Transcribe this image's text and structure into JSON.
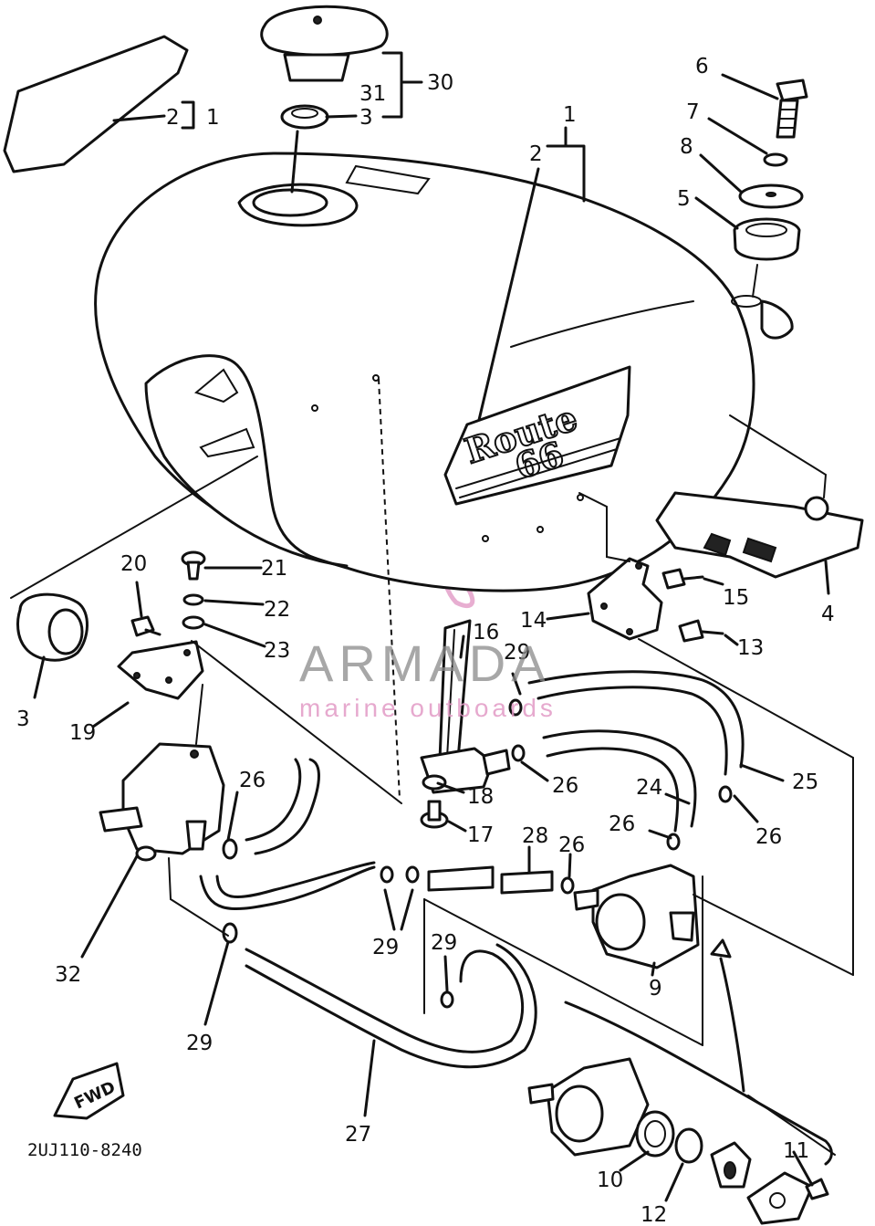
{
  "diagram": {
    "drawing_code": "2UJ110-8240",
    "direction_badge": "FWD",
    "emblem_text": [
      "Route",
      "66"
    ]
  },
  "watermark": {
    "name": "ARMADA",
    "tagline": "marine outboards",
    "color": "#e29ac6"
  },
  "callouts": [
    {
      "id": "c1",
      "label": "1"
    },
    {
      "id": "c1b",
      "label": "1"
    },
    {
      "id": "c2",
      "label": "2"
    },
    {
      "id": "c2b",
      "label": "2"
    },
    {
      "id": "c3",
      "label": "3"
    },
    {
      "id": "c3b",
      "label": "3"
    },
    {
      "id": "c4",
      "label": "4"
    },
    {
      "id": "c5",
      "label": "5"
    },
    {
      "id": "c6",
      "label": "6"
    },
    {
      "id": "c7",
      "label": "7"
    },
    {
      "id": "c8",
      "label": "8"
    },
    {
      "id": "c9",
      "label": "9"
    },
    {
      "id": "c10",
      "label": "10"
    },
    {
      "id": "c11",
      "label": "11"
    },
    {
      "id": "c12",
      "label": "12"
    },
    {
      "id": "c13",
      "label": "13"
    },
    {
      "id": "c14",
      "label": "14"
    },
    {
      "id": "c15",
      "label": "15"
    },
    {
      "id": "c16",
      "label": "16"
    },
    {
      "id": "c17",
      "label": "17"
    },
    {
      "id": "c18",
      "label": "18"
    },
    {
      "id": "c19",
      "label": "19"
    },
    {
      "id": "c20",
      "label": "20"
    },
    {
      "id": "c21",
      "label": "21"
    },
    {
      "id": "c22",
      "label": "22"
    },
    {
      "id": "c23",
      "label": "23"
    },
    {
      "id": "c24",
      "label": "24"
    },
    {
      "id": "c25",
      "label": "25"
    },
    {
      "id": "c26a",
      "label": "26"
    },
    {
      "id": "c26b",
      "label": "26"
    },
    {
      "id": "c26c",
      "label": "26"
    },
    {
      "id": "c26d",
      "label": "26"
    },
    {
      "id": "c26e",
      "label": "26"
    },
    {
      "id": "c27",
      "label": "27"
    },
    {
      "id": "c28",
      "label": "28"
    },
    {
      "id": "c29a",
      "label": "29"
    },
    {
      "id": "c29b",
      "label": "29"
    },
    {
      "id": "c29c",
      "label": "29"
    },
    {
      "id": "c29d",
      "label": "29"
    },
    {
      "id": "c30",
      "label": "30"
    },
    {
      "id": "c31",
      "label": "31"
    },
    {
      "id": "c32",
      "label": "32"
    }
  ]
}
